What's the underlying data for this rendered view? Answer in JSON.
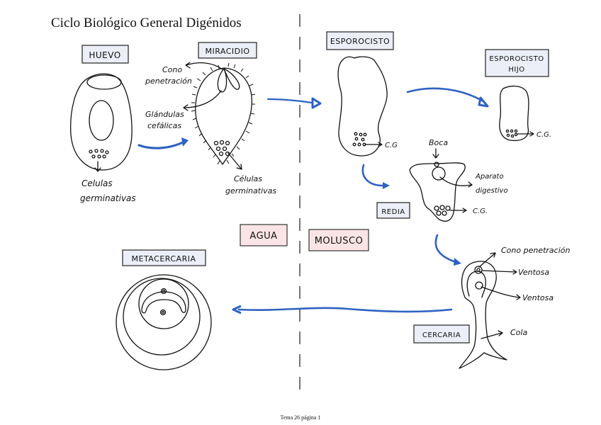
{
  "page": {
    "title": "Ciclo Biológico General Digénidos",
    "footer": "Tema 26 página 1"
  },
  "zones": {
    "left": "AGUA",
    "right": "MOLUSCO"
  },
  "colors": {
    "stage_box_fill": "#eceef8",
    "zone_box_fill": "#fbe4e6",
    "arrow_blue": "#2f62c2",
    "ink": "#111111",
    "divider": "#555555"
  },
  "stages": {
    "huevo": {
      "label": "HUEVO",
      "annotations": {
        "cells_line1": "Celulas",
        "cells_line2": "germinativas"
      }
    },
    "miracidio": {
      "label": "MIRACIDIO",
      "annotations": {
        "cone_line1": "Cono",
        "cone_line2": "penetración",
        "glands_line1": "Glándulas",
        "glands_line2": "cefálicas",
        "cells_line1": "Células",
        "cells_line2": "germinativas"
      }
    },
    "esporocisto": {
      "label": "ESPOROCISTO",
      "annotations": {
        "cg": "C.G"
      }
    },
    "esporocisto_hijo": {
      "label_line1": "ESPOROCISTO",
      "label_line2": "HIJO",
      "annotations": {
        "cg": "C.G."
      }
    },
    "redia": {
      "label": "REDIA",
      "annotations": {
        "mouth": "Boca",
        "digestive_line1": "Aparato",
        "digestive_line2": "digestivo",
        "cg": "C.G."
      }
    },
    "cercaria": {
      "label": "CERCARIA",
      "annotations": {
        "cone": "Cono penetración",
        "sucker1": "Ventosa",
        "sucker2": "Ventosa",
        "tail": "Cola"
      }
    },
    "metacercaria": {
      "label": "METACERCARIA"
    }
  },
  "flow": [
    "HUEVO",
    "MIRACIDIO",
    "ESPOROCISTO",
    "ESPOROCISTO HIJO",
    "REDIA",
    "CERCARIA",
    "METACERCARIA"
  ]
}
